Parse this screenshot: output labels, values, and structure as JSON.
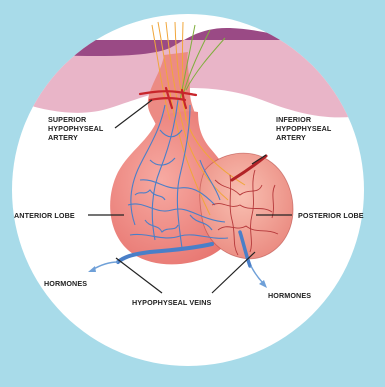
{
  "labels": {
    "superior_artery": [
      "SUPERIOR",
      "HYPOPHYSEAL",
      "ARTERY"
    ],
    "inferior_artery": [
      "INFERIOR",
      "HYPOPHYSEAL",
      "ARTERY"
    ],
    "anterior_lobe": "ANTERIOR LOBE",
    "posterior_lobe": "POSTERIOR LOBE",
    "hormones_left": "HORMONES",
    "hormones_right": "HORMONES",
    "hypophyseal_veins": "HYPOPHYSEAL VEINS"
  },
  "colors": {
    "background": "#a8dbe9",
    "circle": "#ffffff",
    "brain_pink": "#e9b5c8",
    "brain_purple": "#9a4a85",
    "gland": "#ee8a84",
    "gland_dark": "#d9645f",
    "vein_blue": "#4a7fc8",
    "artery_red": "#c8252b",
    "nerve_orange": "#f0a63a",
    "nerve_green": "#7fae3c"
  }
}
